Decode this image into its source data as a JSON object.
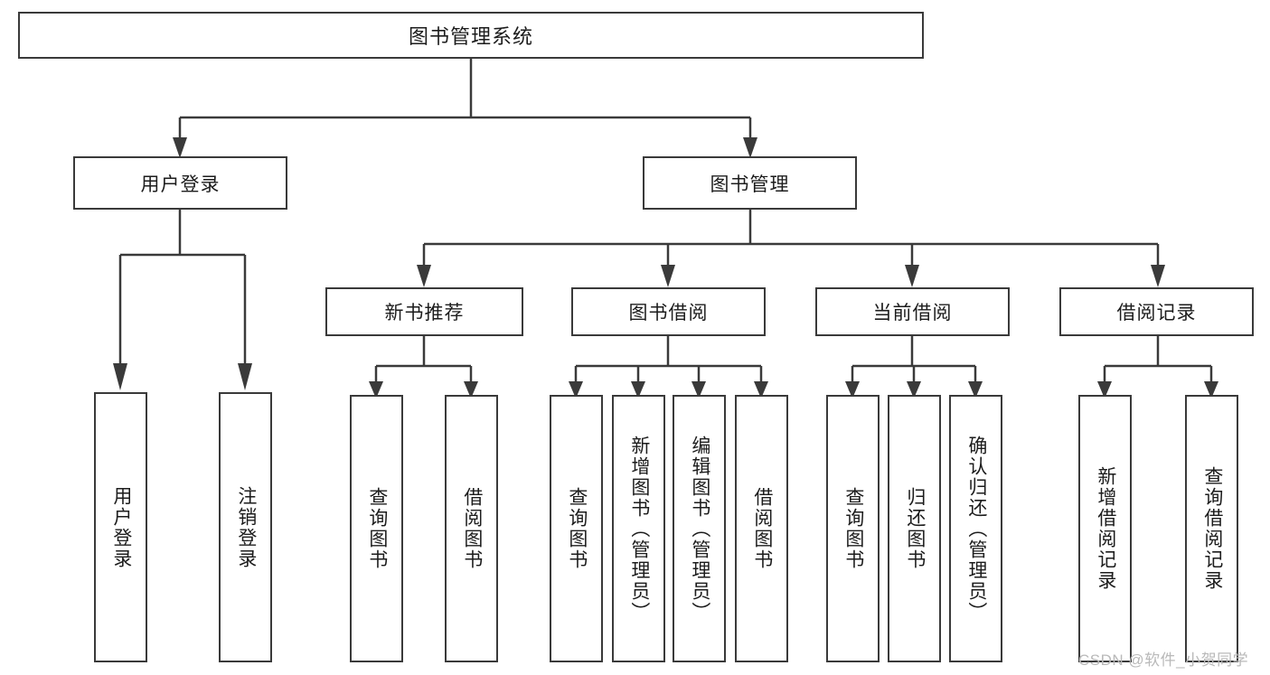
{
  "diagram": {
    "title": "图书管理系统",
    "type": "hierarchy-tree",
    "root": {
      "label": "图书管理系统"
    },
    "level2": [
      {
        "label": "用户登录"
      },
      {
        "label": "图书管理"
      }
    ],
    "level3": [
      {
        "label": "新书推荐"
      },
      {
        "label": "图书借阅"
      },
      {
        "label": "当前借阅"
      },
      {
        "label": "借阅记录"
      }
    ],
    "leaves": {
      "user_login": [
        {
          "label": "用户登录"
        },
        {
          "label": "注销登录"
        }
      ],
      "new_book_recommend": [
        {
          "label": "查询图书"
        },
        {
          "label": "借阅图书"
        }
      ],
      "book_borrow": [
        {
          "label": "查询图书"
        },
        {
          "label": "新增图书（管理员）"
        },
        {
          "label": "编辑图书（管理员）"
        },
        {
          "label": "借阅图书"
        }
      ],
      "current_borrow": [
        {
          "label": "查询图书"
        },
        {
          "label": "归还图书"
        },
        {
          "label": "确认归还（管理员）"
        }
      ],
      "borrow_record": [
        {
          "label": "新增借阅记录"
        },
        {
          "label": "查询借阅记录"
        }
      ]
    }
  },
  "watermark": {
    "text": "CSDN @软件_小贺同学"
  },
  "colors": {
    "stroke": "#3a3a3a",
    "text": "#1c1c1c",
    "background": "#ffffff",
    "watermark": "#b9b9b9"
  }
}
